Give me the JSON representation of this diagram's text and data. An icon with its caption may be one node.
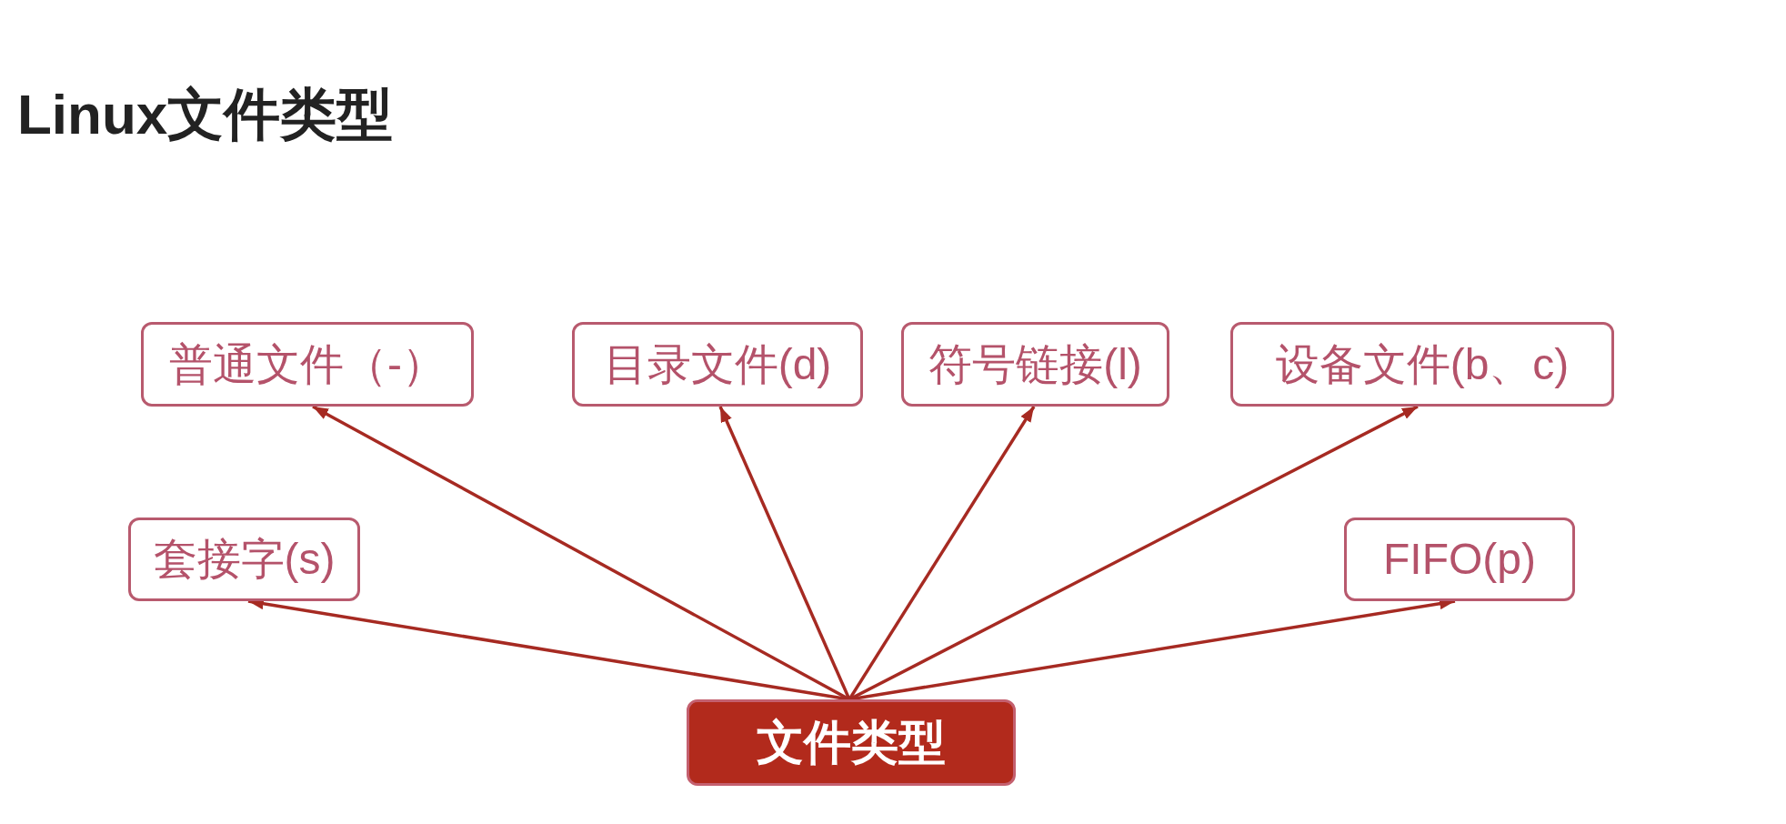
{
  "diagram": {
    "title": "Linux文件类型",
    "nodes": [
      {
        "text": [
          "普通文件（-）"
        ]
      },
      {
        "text": [
          "目录文件(d)"
        ]
      },
      {
        "text": [
          "符号链接(l)"
        ]
      },
      {
        "text": [
          "设备文件(b、c)"
        ]
      },
      {
        "text": [
          "套接字(s)"
        ]
      },
      {
        "text": [
          "FIFO(p)"
        ]
      },
      {
        "text": [
          "文件类型"
        ]
      }
    ],
    "edges": [
      {
        "from": 6,
        "to": 0,
        "arrow": "to"
      },
      {
        "from": 6,
        "to": 1,
        "arrow": "to"
      },
      {
        "from": 6,
        "to": 2,
        "arrow": "to"
      },
      {
        "from": 6,
        "to": 3,
        "arrow": "to"
      },
      {
        "from": 6,
        "to": 4,
        "arrow": "to"
      },
      {
        "from": 6,
        "to": 5,
        "arrow": "to"
      }
    ]
  }
}
